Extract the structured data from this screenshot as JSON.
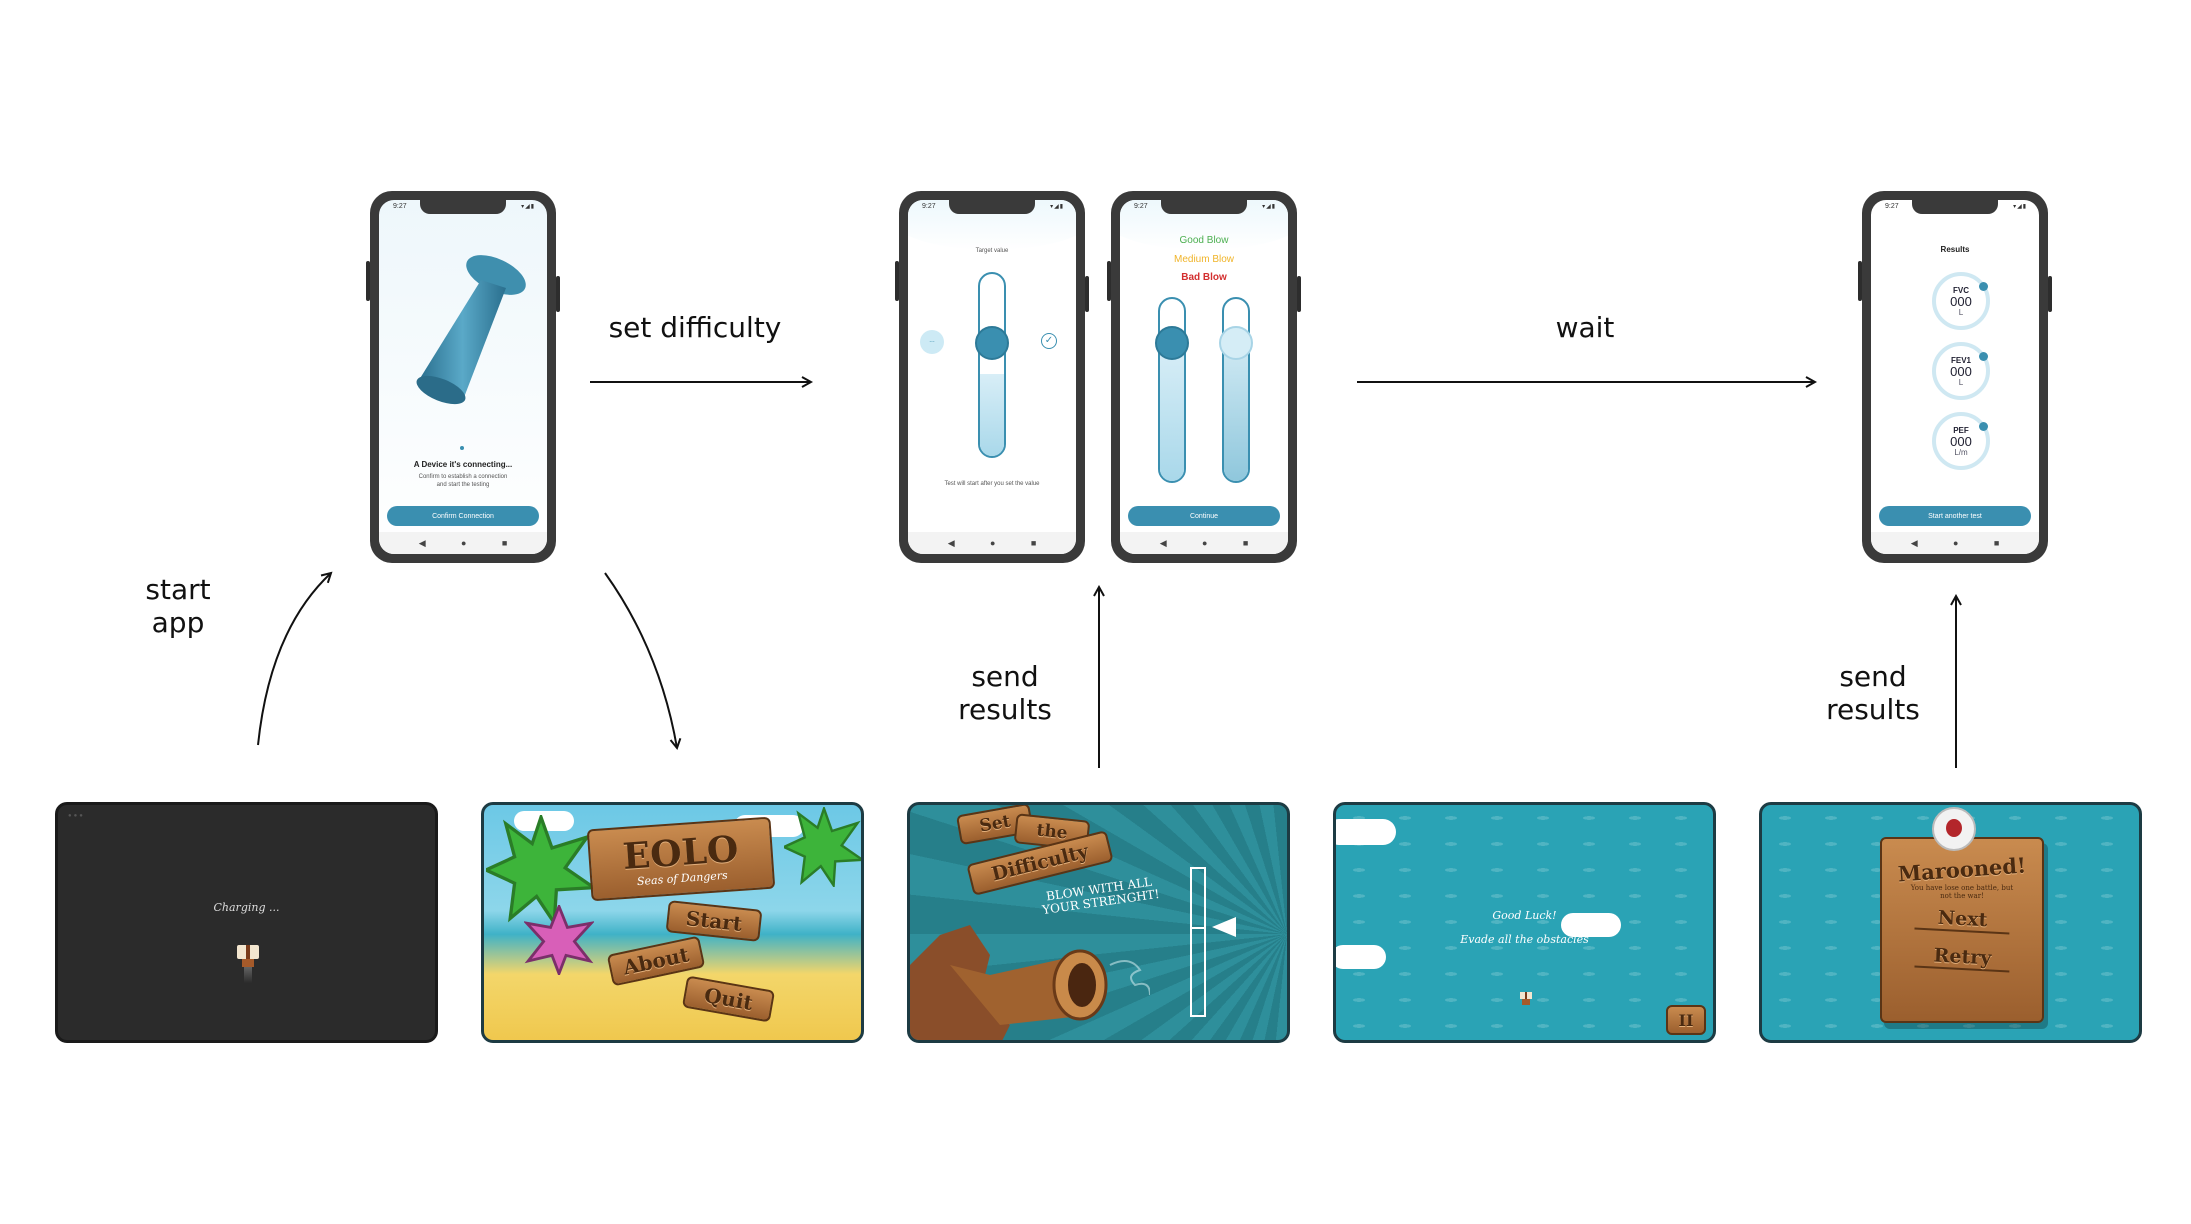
{
  "flow": {
    "start_app": [
      "start",
      "app"
    ],
    "set_difficulty": "set difficulty",
    "wait": "wait",
    "send_results_1": [
      "send",
      "results"
    ],
    "send_results_2": [
      "send",
      "results"
    ]
  },
  "phone_common": {
    "time": "9:27",
    "status_icons": "▾◢▮"
  },
  "phone_connect": {
    "title": "A Device it's connecting...",
    "body": "Confirm to establish a connection and start the testing",
    "button": "Confirm Connection"
  },
  "phone_target": {
    "label_top": "Target value",
    "side_left": "---",
    "footer": "Test will start after you set the value"
  },
  "phone_blow": {
    "good": "Good Blow",
    "medium": "Medium Blow",
    "bad": "Bad Blow",
    "button": "Continue",
    "colors": {
      "good": "#4caf50",
      "medium": "#f0b429",
      "bad": "#d32f2f"
    }
  },
  "phone_results": {
    "title": "Results",
    "metrics": [
      {
        "label": "FVC",
        "value": "000",
        "unit": "L"
      },
      {
        "label": "FEV1",
        "value": "000",
        "unit": "L"
      },
      {
        "label": "PEF",
        "value": "000",
        "unit": "L/m"
      }
    ],
    "button": "Start another test"
  },
  "game_loading": {
    "text": "Charging ..."
  },
  "game_menu": {
    "title": "EOLO",
    "subtitle": "Seas of Dangers",
    "start": "Start",
    "about": "About",
    "quit": "Quit"
  },
  "game_difficulty": {
    "sign": [
      "Set",
      "the",
      "Difficulty"
    ],
    "instruction": "BLOW WITH ALL YOUR STRENGHT!"
  },
  "game_play": {
    "line1": "Good Luck!",
    "line2": "Evade all the obstacles"
  },
  "game_over": {
    "title": "Marooned!",
    "body": "You have lose one battle, but not the war!",
    "next": "Next",
    "retry": "Retry"
  },
  "accent": "#3a8fb0"
}
